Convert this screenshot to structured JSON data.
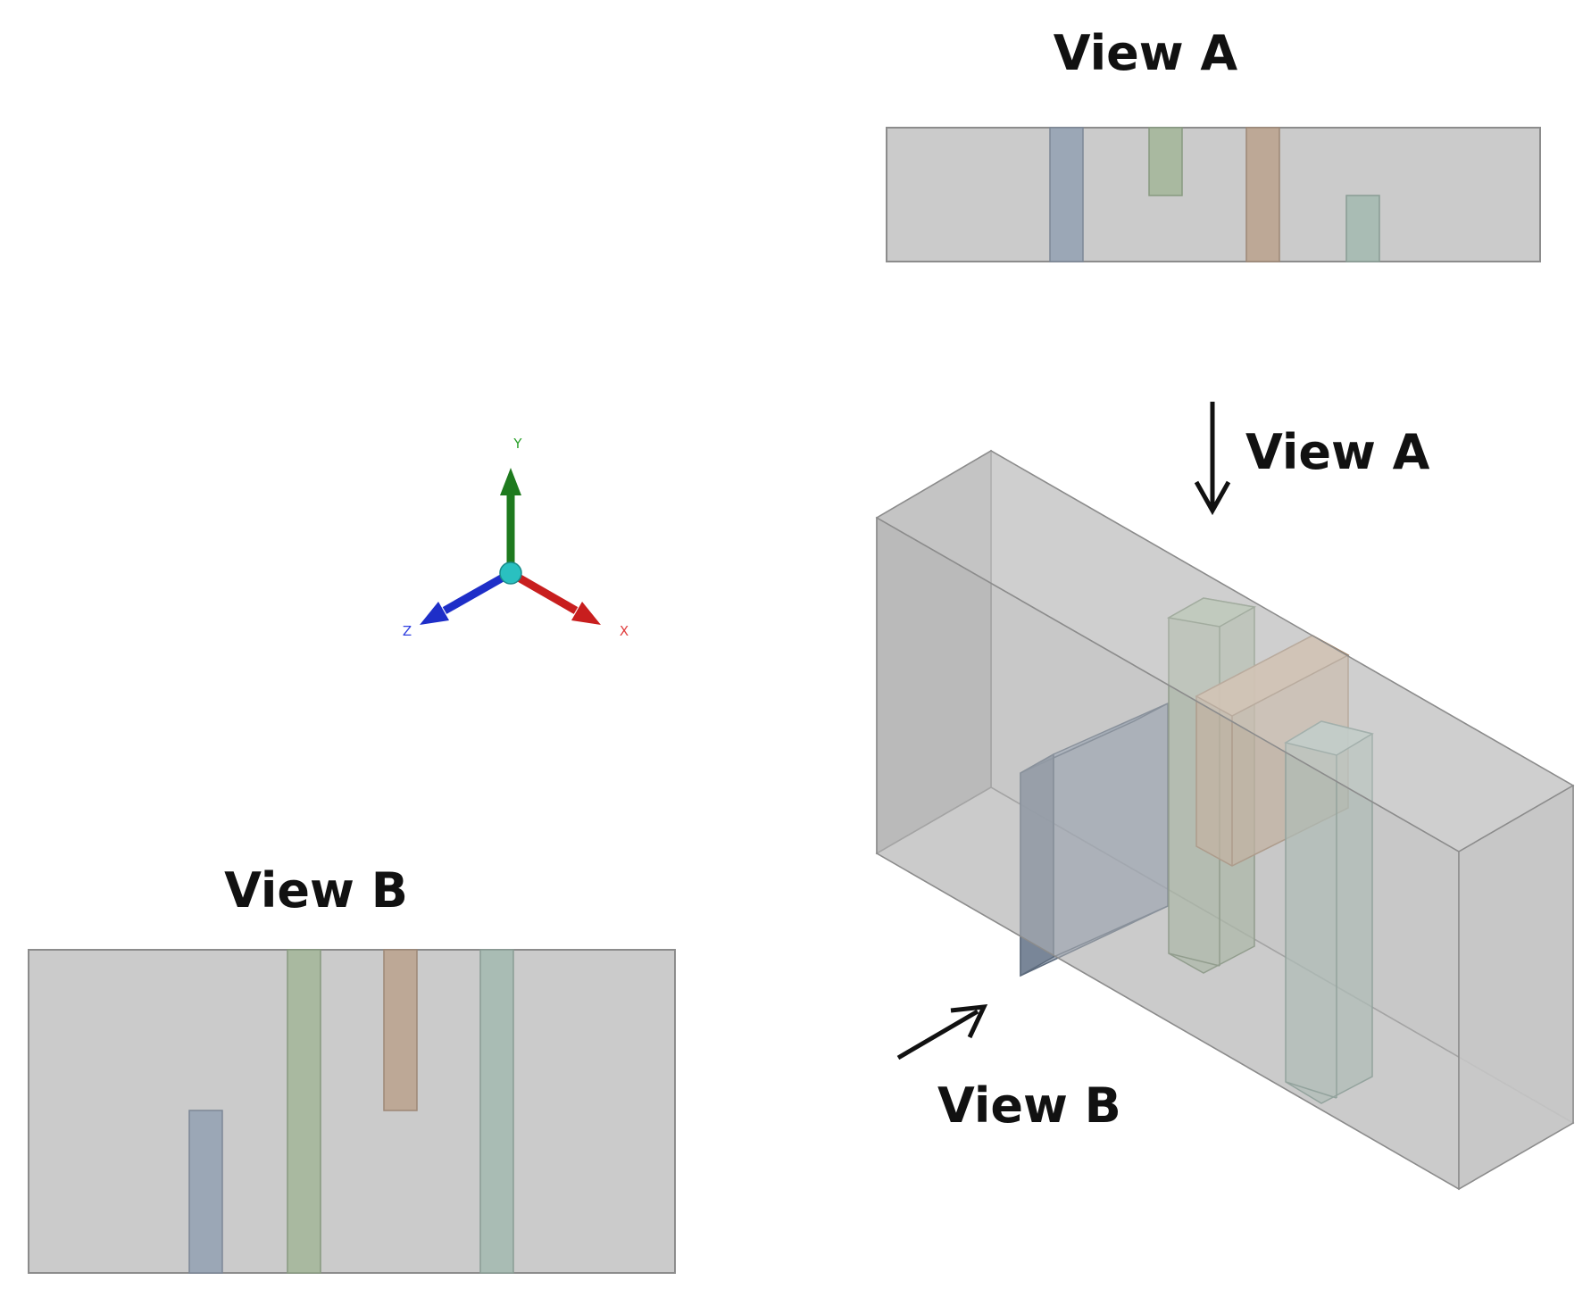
{
  "labels": {
    "view_a_title": "View A",
    "view_b_title": "View B",
    "view_a_arrow": "View A",
    "view_b_arrow": "View B"
  },
  "axes": {
    "x": "X",
    "y": "Y",
    "z": "Z"
  },
  "colors": {
    "box_face": "#cbcbcb",
    "box_edge": "#8c8c8c",
    "blue_bar": "#9ba7b6",
    "green_bar": "#a9b9a0",
    "tan_bar": "#bda896",
    "teal_bar": "#a9bcb4",
    "x_axis": "#c81e1e",
    "y_axis": "#1e7a1e",
    "z_axis": "#1e2ec8",
    "origin": "#2ac0c0"
  }
}
